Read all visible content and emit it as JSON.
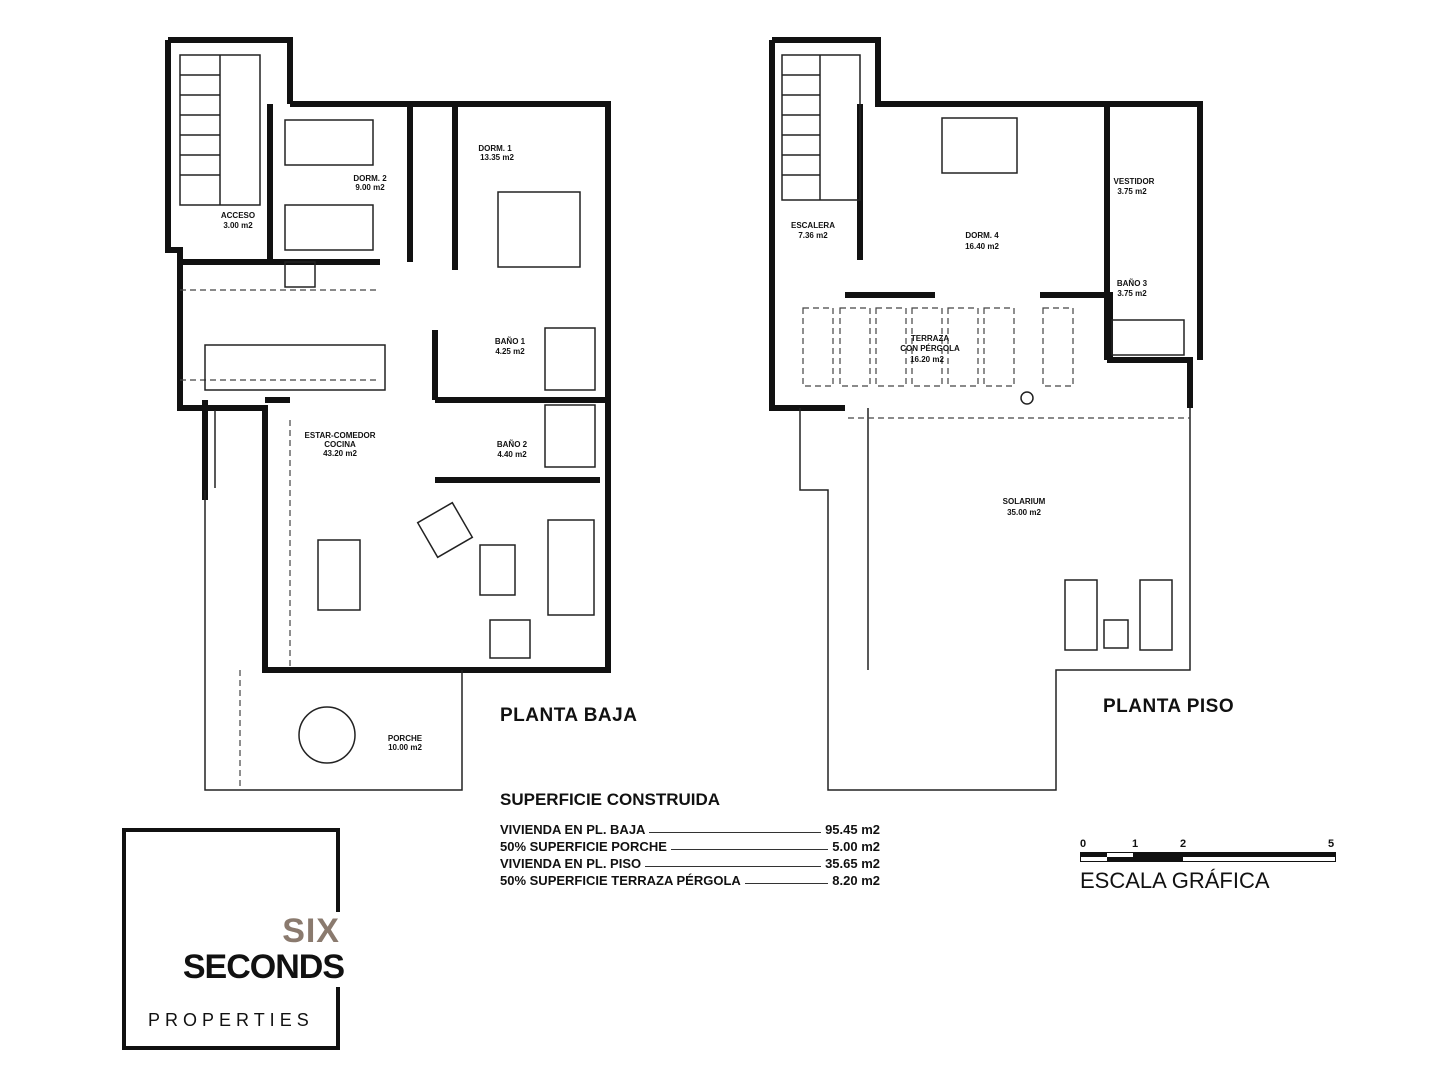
{
  "ground_floor": {
    "title": "PLANTA BAJA",
    "rooms": [
      {
        "name": "ACCESO",
        "area": "3.00 m2"
      },
      {
        "name": "DORM. 2",
        "area": "9.00 m2"
      },
      {
        "name": "DORM. 1",
        "area": "13.35 m2"
      },
      {
        "name": "BAÑO 1",
        "area": "4.25 m2"
      },
      {
        "name": "BAÑO 2",
        "area": "4.40 m2"
      },
      {
        "name": "ESTAR-COMEDOR",
        "name2": "COCINA",
        "area": "43.20 m2"
      },
      {
        "name": "PORCHE",
        "area": "10.00 m2"
      }
    ]
  },
  "upper_floor": {
    "title": "PLANTA PISO",
    "rooms": [
      {
        "name": "ESCALERA",
        "area": "7.36 m2"
      },
      {
        "name": "DORM. 4",
        "area": "16.40 m2"
      },
      {
        "name": "VESTIDOR",
        "area": "3.75 m2"
      },
      {
        "name": "BAÑO 3",
        "area": "3.75 m2"
      },
      {
        "name": "TERRAZA",
        "name2": "CON PÉRGOLA",
        "area": "16.20 m2"
      },
      {
        "name": "SOLARIUM",
        "area": "35.00 m2"
      }
    ]
  },
  "surface": {
    "title": "SUPERFICIE CONSTRUIDA",
    "rows": [
      {
        "label": "VIVIENDA EN PL. BAJA",
        "value": "95.45 m2"
      },
      {
        "label": "50% SUPERFICIE PORCHE",
        "value": "5.00 m2"
      },
      {
        "label": "VIVIENDA EN PL. PISO",
        "value": "35.65 m2"
      },
      {
        "label": "50% SUPERFICIE TERRAZA PÉRGOLA",
        "value": "8.20 m2"
      }
    ]
  },
  "scale": {
    "ticks": [
      "0",
      "1",
      "2",
      "5"
    ],
    "label": "ESCALA GRÁFICA"
  },
  "logo": {
    "line1": "SIX",
    "line2": "SECONDS",
    "line3": "PROPERTIES"
  }
}
